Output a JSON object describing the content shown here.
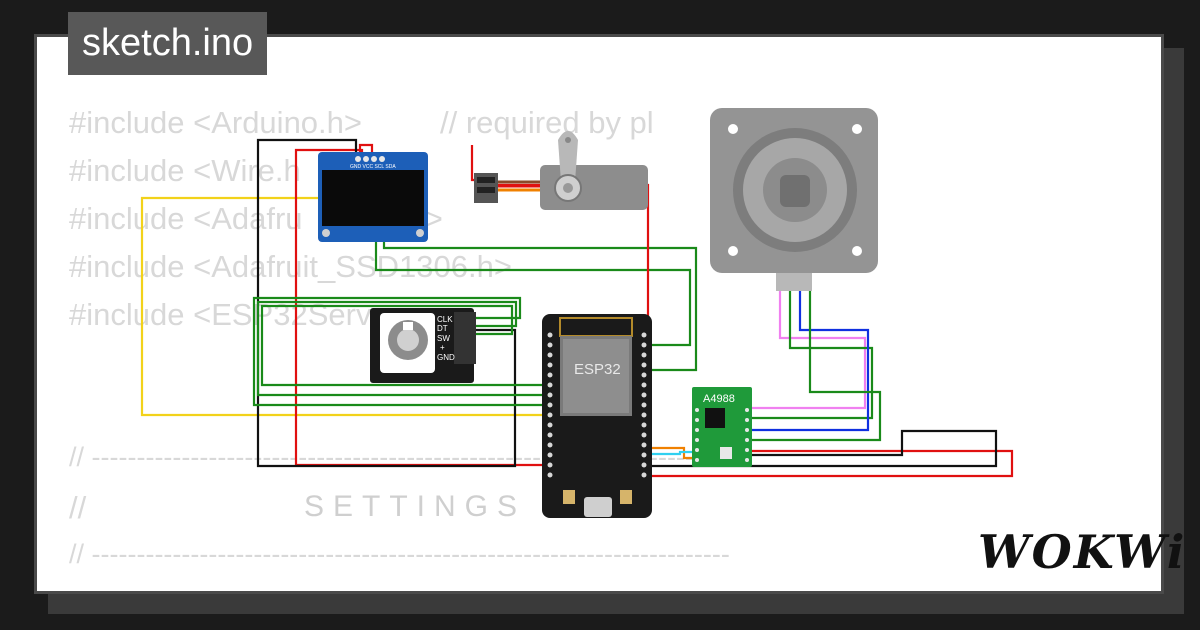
{
  "header": {
    "filename": "sketch.ino"
  },
  "code": {
    "line1_include": "#include <Arduino.h>",
    "line1_comment": "// required by pl",
    "line2": "#include <Wire.h",
    "line3": "#include <Adafru",
    "line3_tail": "h>",
    "line4": "#include <Adafruit_SSD1306.h>",
    "line5": "#include <ESP32Serv",
    "sep1": "// -----------------------------------------------------------------------",
    "settings_slash": "//",
    "settings_text": "SETTINGS",
    "sep2": "// -----------------------------------------------------------------------"
  },
  "components": {
    "esp32_label": "ESP32",
    "driver_label": "A4988",
    "oled_pins": "GND VCC SCL SDA",
    "encoder_pins": [
      "CLK",
      "DT",
      "SW",
      "+",
      "GND"
    ]
  },
  "brand": {
    "logo": "WOKWi"
  },
  "wire_colors": {
    "red": "#e01010",
    "black": "#111111",
    "green": "#1a8a1a",
    "yellow": "#f2d21a",
    "blue": "#1030e0",
    "pink": "#f080f0",
    "cyan": "#30d0f0",
    "orange": "#f08000"
  }
}
